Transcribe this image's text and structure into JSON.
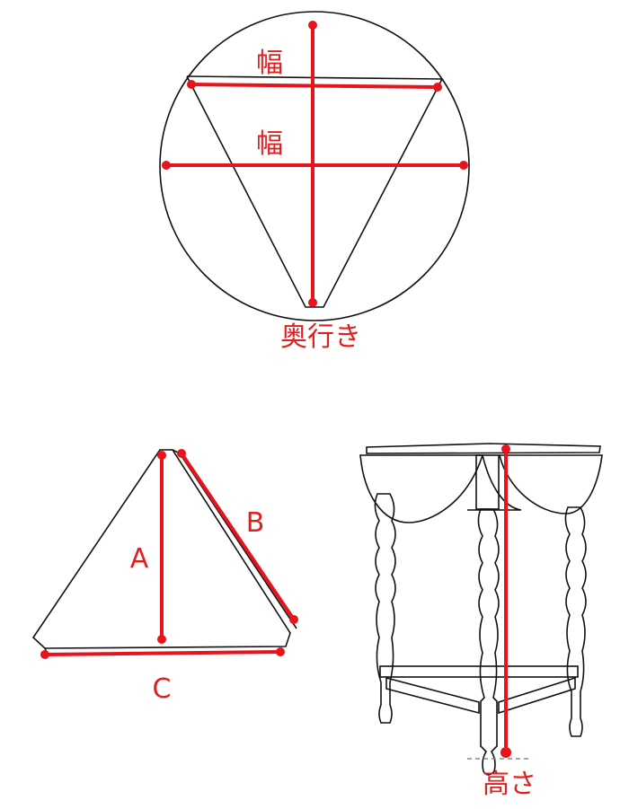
{
  "round_top": {
    "width_label_top": "幅",
    "width_label_middle": "幅",
    "depth_label": "奥行き"
  },
  "triangle_top": {
    "label_a": "A",
    "label_b": "B",
    "label_c": "C"
  },
  "table_side": {
    "height_label": "高さ"
  },
  "colors": {
    "measure": "#e8141c",
    "outline": "#111111"
  }
}
